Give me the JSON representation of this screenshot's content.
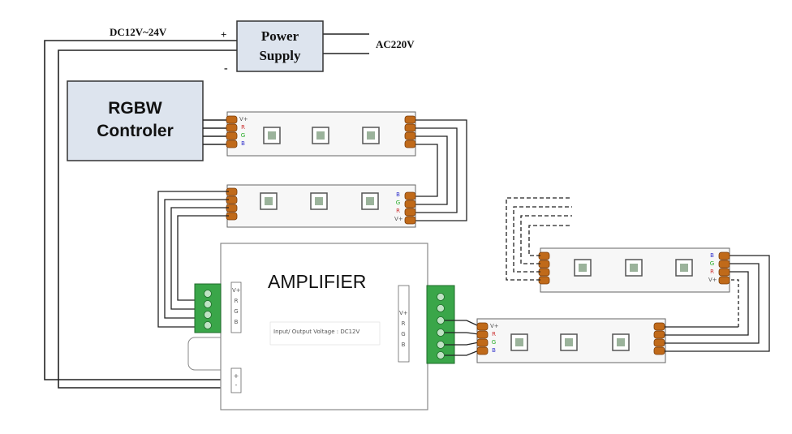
{
  "power_supply": {
    "line1": "Power",
    "line2": "Supply",
    "dc_label": "DC12V~24V",
    "ac_label": "AC220V",
    "plus": "+",
    "minus": "-"
  },
  "controller": {
    "line1": "RGBW",
    "line2": "Controler"
  },
  "amplifier": {
    "title": "AMPLIFIER",
    "voltage_note": "Input/ Output  Voltage : DC12V"
  },
  "strip_pins": {
    "v": "V+",
    "r": "R",
    "g": "G",
    "b": "B"
  },
  "amp_pins": {
    "v": "V+",
    "r": "R",
    "g": "G",
    "b": "B",
    "power_plus": "+",
    "power_minus": "-"
  },
  "colors": {
    "wire": "#222222",
    "box_fill": "#dde4ee",
    "strip_fill": "#f7f7f7",
    "terminal_green": "#3aa649",
    "connector": "#c06a1a"
  }
}
